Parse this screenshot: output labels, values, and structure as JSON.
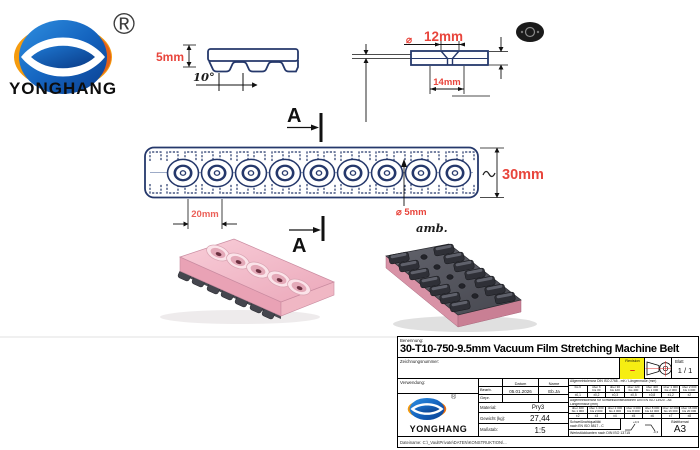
{
  "brand": {
    "name": "YONGHANG",
    "registered": "®"
  },
  "colors": {
    "accent_red": "#e8453c",
    "drawing_navy": "#25386b",
    "logo_blue": "#1565c0",
    "logo_orange": "#f59b0e",
    "revision_yellow": "#f6ee12",
    "belt_pink": "#f2bcc9",
    "belt_dark": "#4a4b52"
  },
  "drawing": {
    "section_marker": "A",
    "dim_thickness": "5mm",
    "dim_angle": "10°",
    "dim_hole_top_prefix": "⌀",
    "dim_hole_top": "12mm",
    "dim_hole_bottom": "14mm",
    "dim_belt_width": "30mm",
    "dim_pitch": "20mm",
    "dim_hole_dia": "⌀ 5mm",
    "dim_note": "amb."
  },
  "titleblock": {
    "benennung_label": "Benennung:",
    "title": "30-T10-750-9.5mm Vacuum Film Stretching Machine Belt",
    "zeichnungsnummer_label": "Zeichnungsnummer:",
    "revision_label": "Revision",
    "revision_value": "–",
    "blatt_label": "Blatt",
    "blatt_value": "1 / 1",
    "verwendung_label": "Verwendung:",
    "datum_label": "Datum",
    "name_label": "Name",
    "bearb_label": "Bearb.",
    "bearb_datum": "05.01.2026",
    "bearb_name": "Eb.Ja",
    "gepr_label": "Gepr.",
    "material_label": "Material:",
    "material_value": "Pry3",
    "gewicht_label": "Gewicht (kg):",
    "gewicht_value": "27,44",
    "massstab_label": "Maßstab:",
    "massstab_value": "1:5",
    "tol1_header": "Allgemeintoleranz DIN ISO 2768 - mK / Längenmaße (mm)",
    "tol1_cols": [
      "bis 6",
      "über 6\nbis 30",
      "über 30\nbis 120",
      "über 120\nbis 400",
      "über 400\nbis 1 000",
      "über 1 000\nbis 2 000",
      "über 2 000\nbis 4 000"
    ],
    "tol1_vals": [
      "±0,1",
      "±0,2",
      "±0,3",
      "±0,5",
      "±0,8",
      "±1,2",
      "±2"
    ],
    "tol2_header": "Allgemeintoleranz für Schweißkonstruktionen DIN EN ISO 13920 - AE",
    "tol2_sub": "Längenmaße (mm)",
    "tol2_cols": [
      "über 400\nbis 1 000",
      "über 1 000\nbis 2 000",
      "über 2 000\nbis 4 000",
      "über 4 000\nbis 8 000",
      "über 8 000\nbis 12 000",
      "über 12 000\nbis 16 000",
      "über 16 000\nbis 20 000"
    ],
    "tol2_vals": [
      "±2",
      "±3",
      "±4",
      "±5",
      "±6",
      "±7",
      "±8"
    ],
    "schweissnaht": "Schweißnahtqualität\nnach EN ISO 5817 - C",
    "edge_plus": "+0,3",
    "edge_minus": "-0,3",
    "blattformat_label": "Blattformat",
    "blattformat_value": "A3",
    "kanten": "Werkstückkanten nach DIN ISO 13715",
    "dateiname": "Dateiname: C:\\_VaultPrivate\\DATEN\\KONSTRUKTION\\..."
  }
}
